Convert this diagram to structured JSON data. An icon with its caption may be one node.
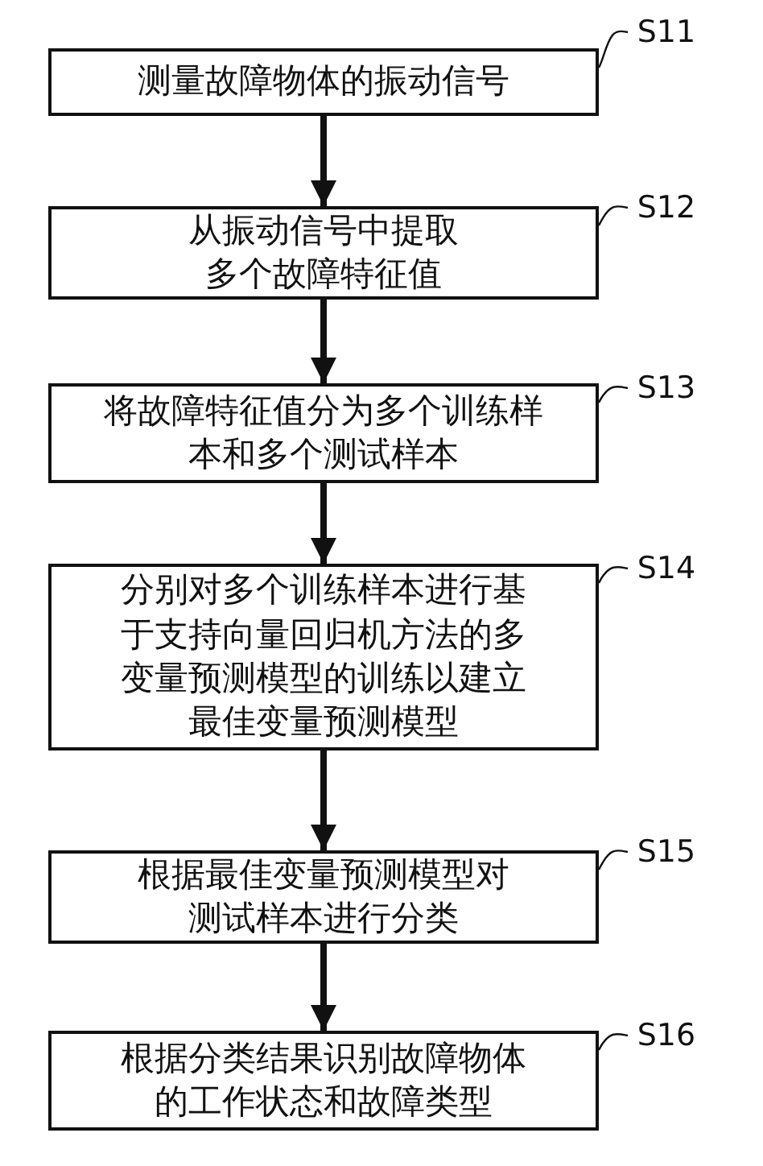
{
  "diagram": {
    "nodes": [
      {
        "text": [
          "S11"
        ]
      },
      {
        "text": [
          "测量故障物体的振动信号"
        ]
      },
      {
        "text": [
          "S12"
        ]
      },
      {
        "text": [
          "从振动信号中提取多个故障特征值"
        ]
      },
      {
        "text": [
          "S13"
        ]
      },
      {
        "text": [
          "将故障特征值分为多个训练样本和多个测试样本"
        ]
      },
      {
        "text": [
          "S14"
        ]
      },
      {
        "text": [
          "分别对多个训练样本进行基于支持向量回归机方法的多变量预测模型的训练以建立最佳变量预测模型"
        ]
      },
      {
        "text": [
          "S15"
        ]
      },
      {
        "text": [
          "根据最佳变量预测模型对测试样本进行分类"
        ]
      },
      {
        "text": [
          "S16"
        ]
      },
      {
        "text": [
          "根据分类结果识别故障物体的工作状态和故障类型"
        ]
      }
    ],
    "edges": [
      {
        "from": 0,
        "to": 1,
        "arrow": "none"
      },
      {
        "from": 2,
        "to": 3,
        "arrow": "none"
      },
      {
        "from": 4,
        "to": 5,
        "arrow": "none"
      },
      {
        "from": 6,
        "to": 7,
        "arrow": "none"
      },
      {
        "from": 8,
        "to": 9,
        "arrow": "none"
      },
      {
        "from": 10,
        "to": 11,
        "arrow": "none"
      },
      {
        "from": 1,
        "to": 3,
        "arrow": "to",
        "style": "thick"
      },
      {
        "from": 3,
        "to": 5,
        "arrow": "to",
        "style": "thick"
      },
      {
        "from": 5,
        "to": 7,
        "arrow": "to",
        "style": "thick"
      },
      {
        "from": 7,
        "to": 9,
        "arrow": "to",
        "style": "thick"
      },
      {
        "from": 9,
        "to": 11,
        "arrow": "to",
        "style": "thick"
      }
    ]
  }
}
